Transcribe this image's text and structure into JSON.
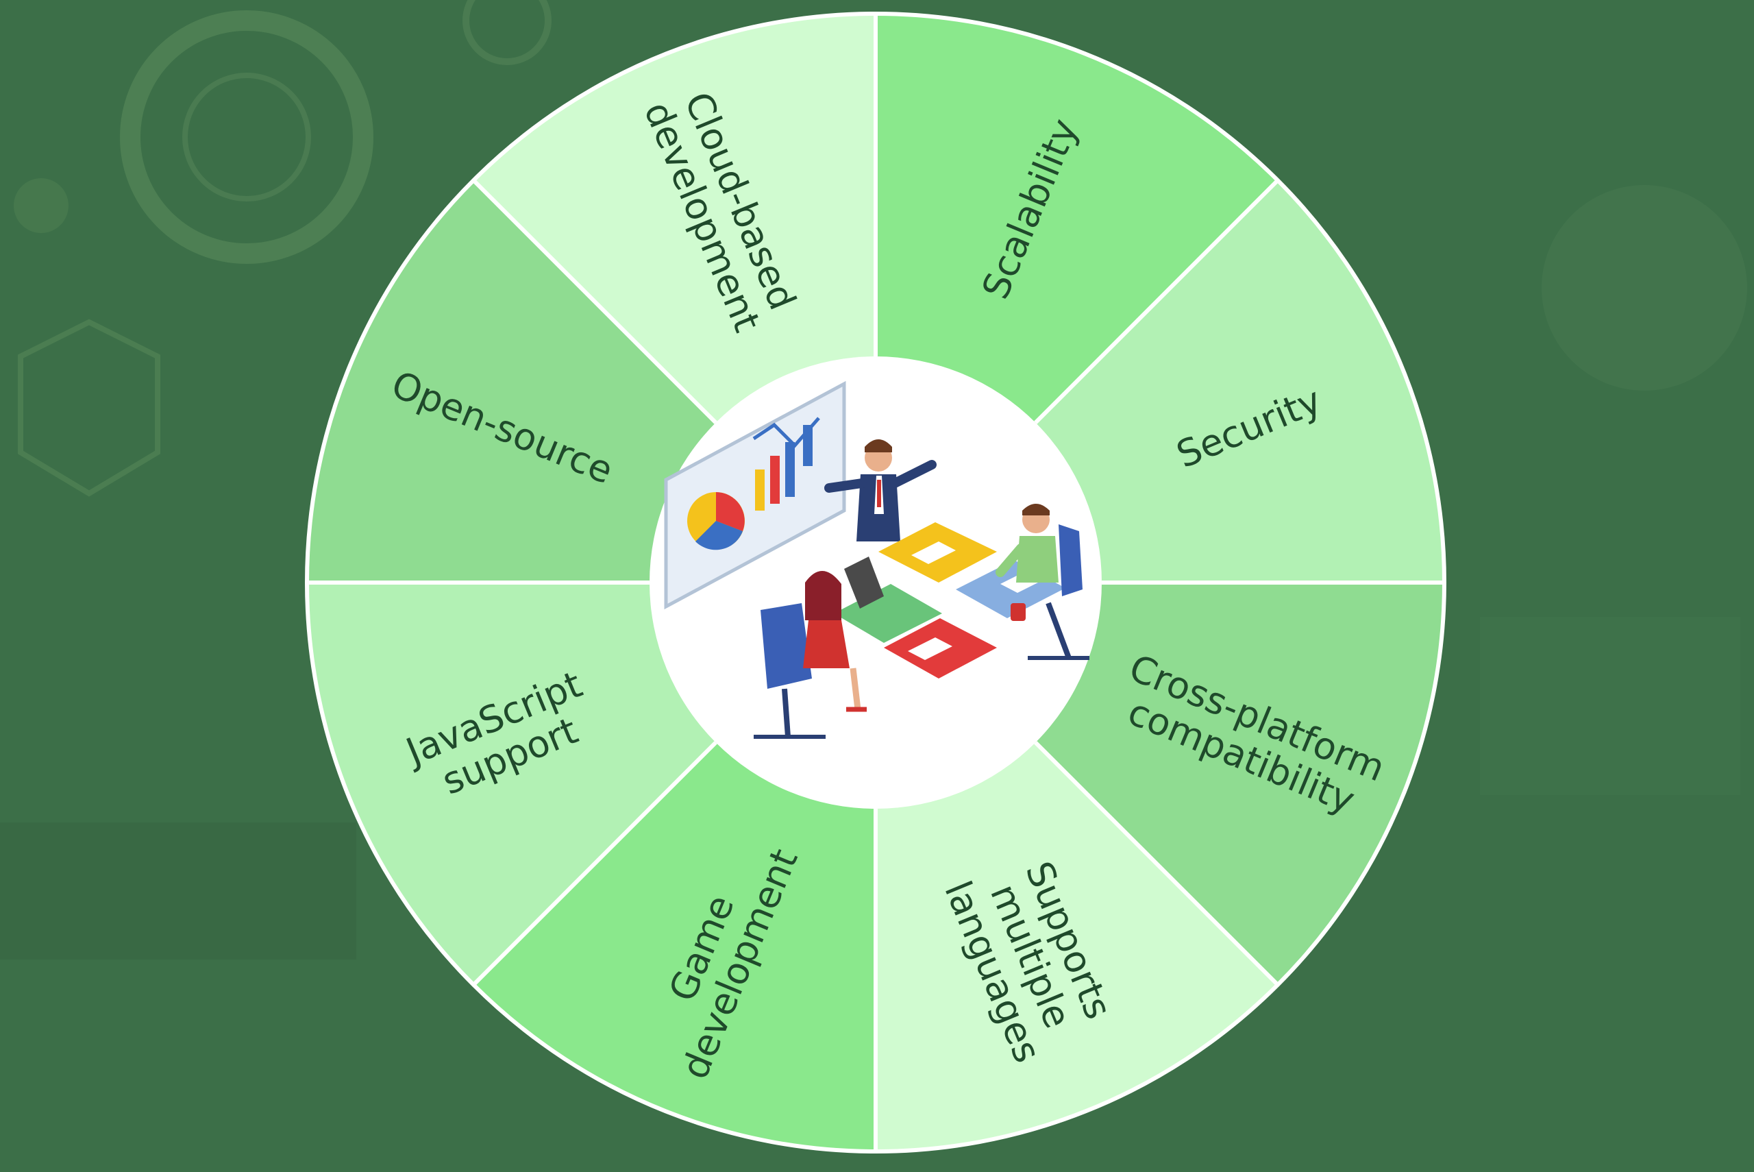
{
  "diagram": {
    "segments": [
      {
        "label_lines": [
          "Scalability"
        ],
        "fill": "#8ae88c"
      },
      {
        "label_lines": [
          "Security"
        ],
        "fill": "#b2f1b4"
      },
      {
        "label_lines": [
          "Cross-platform",
          "compatibility"
        ],
        "fill": "#8fdc91"
      },
      {
        "label_lines": [
          "Supports",
          "multiple",
          "languages"
        ],
        "fill": "#d0fbd0"
      },
      {
        "label_lines": [
          "Game",
          "development"
        ],
        "fill": "#8ae88c"
      },
      {
        "label_lines": [
          "JavaScript",
          "support"
        ],
        "fill": "#b2f1b4"
      },
      {
        "label_lines": [
          "Open-source"
        ],
        "fill": "#8fdc91"
      },
      {
        "label_lines": [
          "Cloud-based",
          "development"
        ],
        "fill": "#d0fbd0"
      }
    ],
    "center_illustration": "team-meeting-illustration",
    "colors": {
      "background": "#3c6f48",
      "divider": "#ffffff",
      "text": "#1f4a2b",
      "center_disc": "#ffffff"
    }
  }
}
